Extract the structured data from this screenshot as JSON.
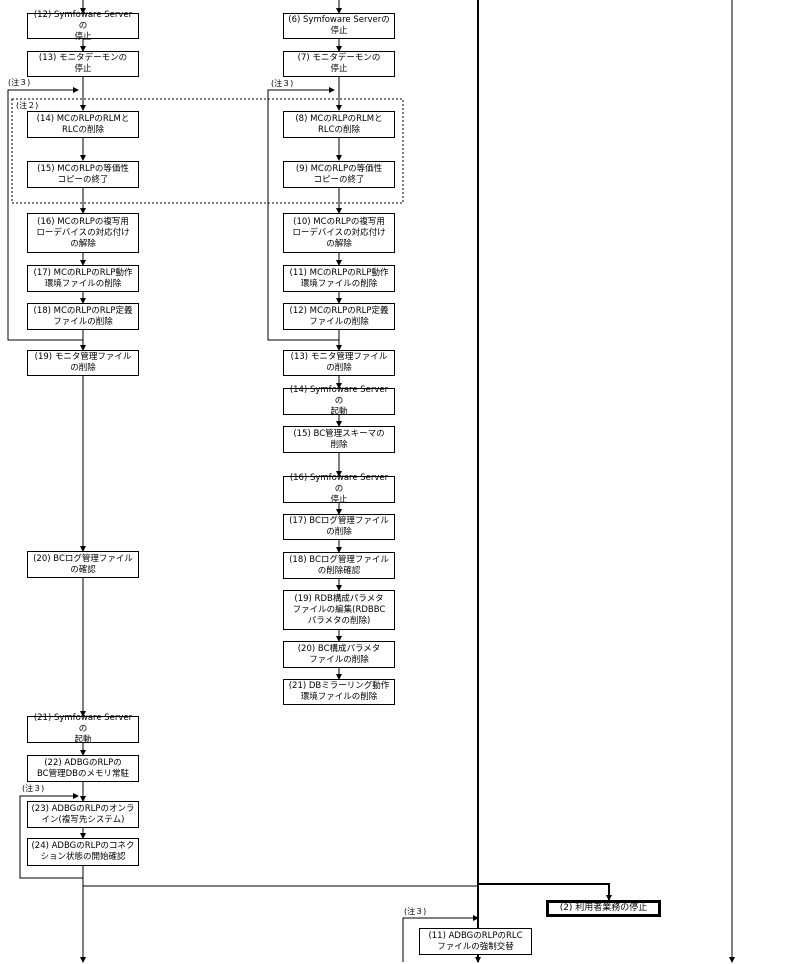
{
  "boxes": {
    "l12": "(12) Symfoware Serverの\n停止",
    "l13": "(13) モニタデーモンの\n停止",
    "l14": "(14) MCのRLPのRLMと\nRLCの削除",
    "l15": "(15) MCのRLPの等価性\nコピーの終了",
    "l16": "(16) MCのRLPの複写用\nローデバイスの対応付け\nの解除",
    "l17": "(17) MCのRLPのRLP動作\n環境ファイルの削除",
    "l18": "(18) MCのRLPのRLP定義\nファイルの削除",
    "l19": "(19) モニタ管理ファイル\nの削除",
    "l20": "(20) BCログ管理ファイル\nの確認",
    "l21": "(21) Symfoware Serverの\n起動",
    "l22": "(22) ADBGのRLPの\nBC管理DBのメモリ常駐",
    "l23": "(23) ADBGのRLPのオンラ\nイン(複写先システム)",
    "l24": "(24) ADBGのRLPのコネク\nション状態の開始確認",
    "m6": "(6) Symfoware Serverの\n停止",
    "m7": "(7) モニタデーモンの\n停止",
    "m8": "(8) MCのRLPのRLMと\nRLCの削除",
    "m9": "(9) MCのRLPの等価性\nコピーの終了",
    "m10": "(10) MCのRLPの複写用\nローデバイスの対応付け\nの解除",
    "m11": "(11) MCのRLPのRLP動作\n環境ファイルの削除",
    "m12": "(12) MCのRLPのRLP定義\nファイルの削除",
    "m13": "(13) モニタ管理ファイル\nの削除",
    "m14": "(14) Symfoware Serverの\n起動",
    "m15": "(15) BC管理スキーマの\n削除",
    "m16": "(16) Symfoware Serverの\n停止",
    "m17": "(17) BCログ管理ファイル\nの削除",
    "m18": "(18) BCログ管理ファイル\nの削除確認",
    "m19": "(19) RDB構成パラメタ\nファイルの編集(RDBBC\nパラメタの削除)",
    "m20": "(20) BC構成パラメタ\nファイルの削除",
    "m21": "(21) DBミラーリング動作\n環境ファイルの削除",
    "r11": "(11) ADBGのRLPのRLC\nファイルの強制交替",
    "stop": "(2) 利用者業務の停止"
  },
  "notes": {
    "note3": "(注３)",
    "note2": "(注２)"
  }
}
